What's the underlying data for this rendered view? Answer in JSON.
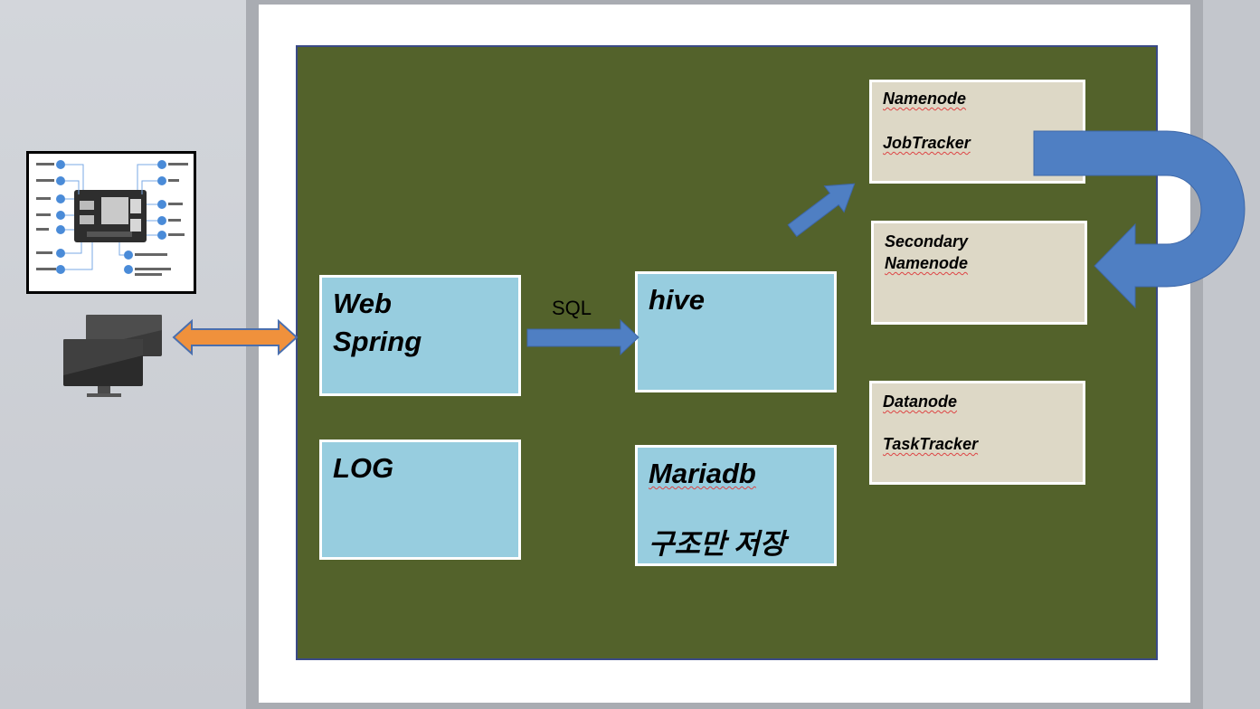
{
  "diagram": {
    "boxes": {
      "web_spring": [
        "Web",
        "Spring"
      ],
      "hive": "hive",
      "log": "LOG",
      "mariadb": [
        "Mariadb",
        "구조만 저장"
      ]
    },
    "edge_labels": {
      "sql": "SQL"
    },
    "nodes": {
      "namenode": [
        "Namenode",
        "JobTracker"
      ],
      "secondary_namenode": [
        "Secondary",
        "Namenode"
      ],
      "datanode": [
        "Datanode",
        "TaskTracker"
      ]
    }
  },
  "colors": {
    "panel": "#53622b",
    "box": "#97cddf",
    "node": "#ddd8c6",
    "arrow_blue": "#4f7fc3",
    "arrow_orange": "#f0913c"
  },
  "icons": {
    "board": "circuit-board-diagram-icon",
    "monitors": "desktop-monitors-icon"
  }
}
